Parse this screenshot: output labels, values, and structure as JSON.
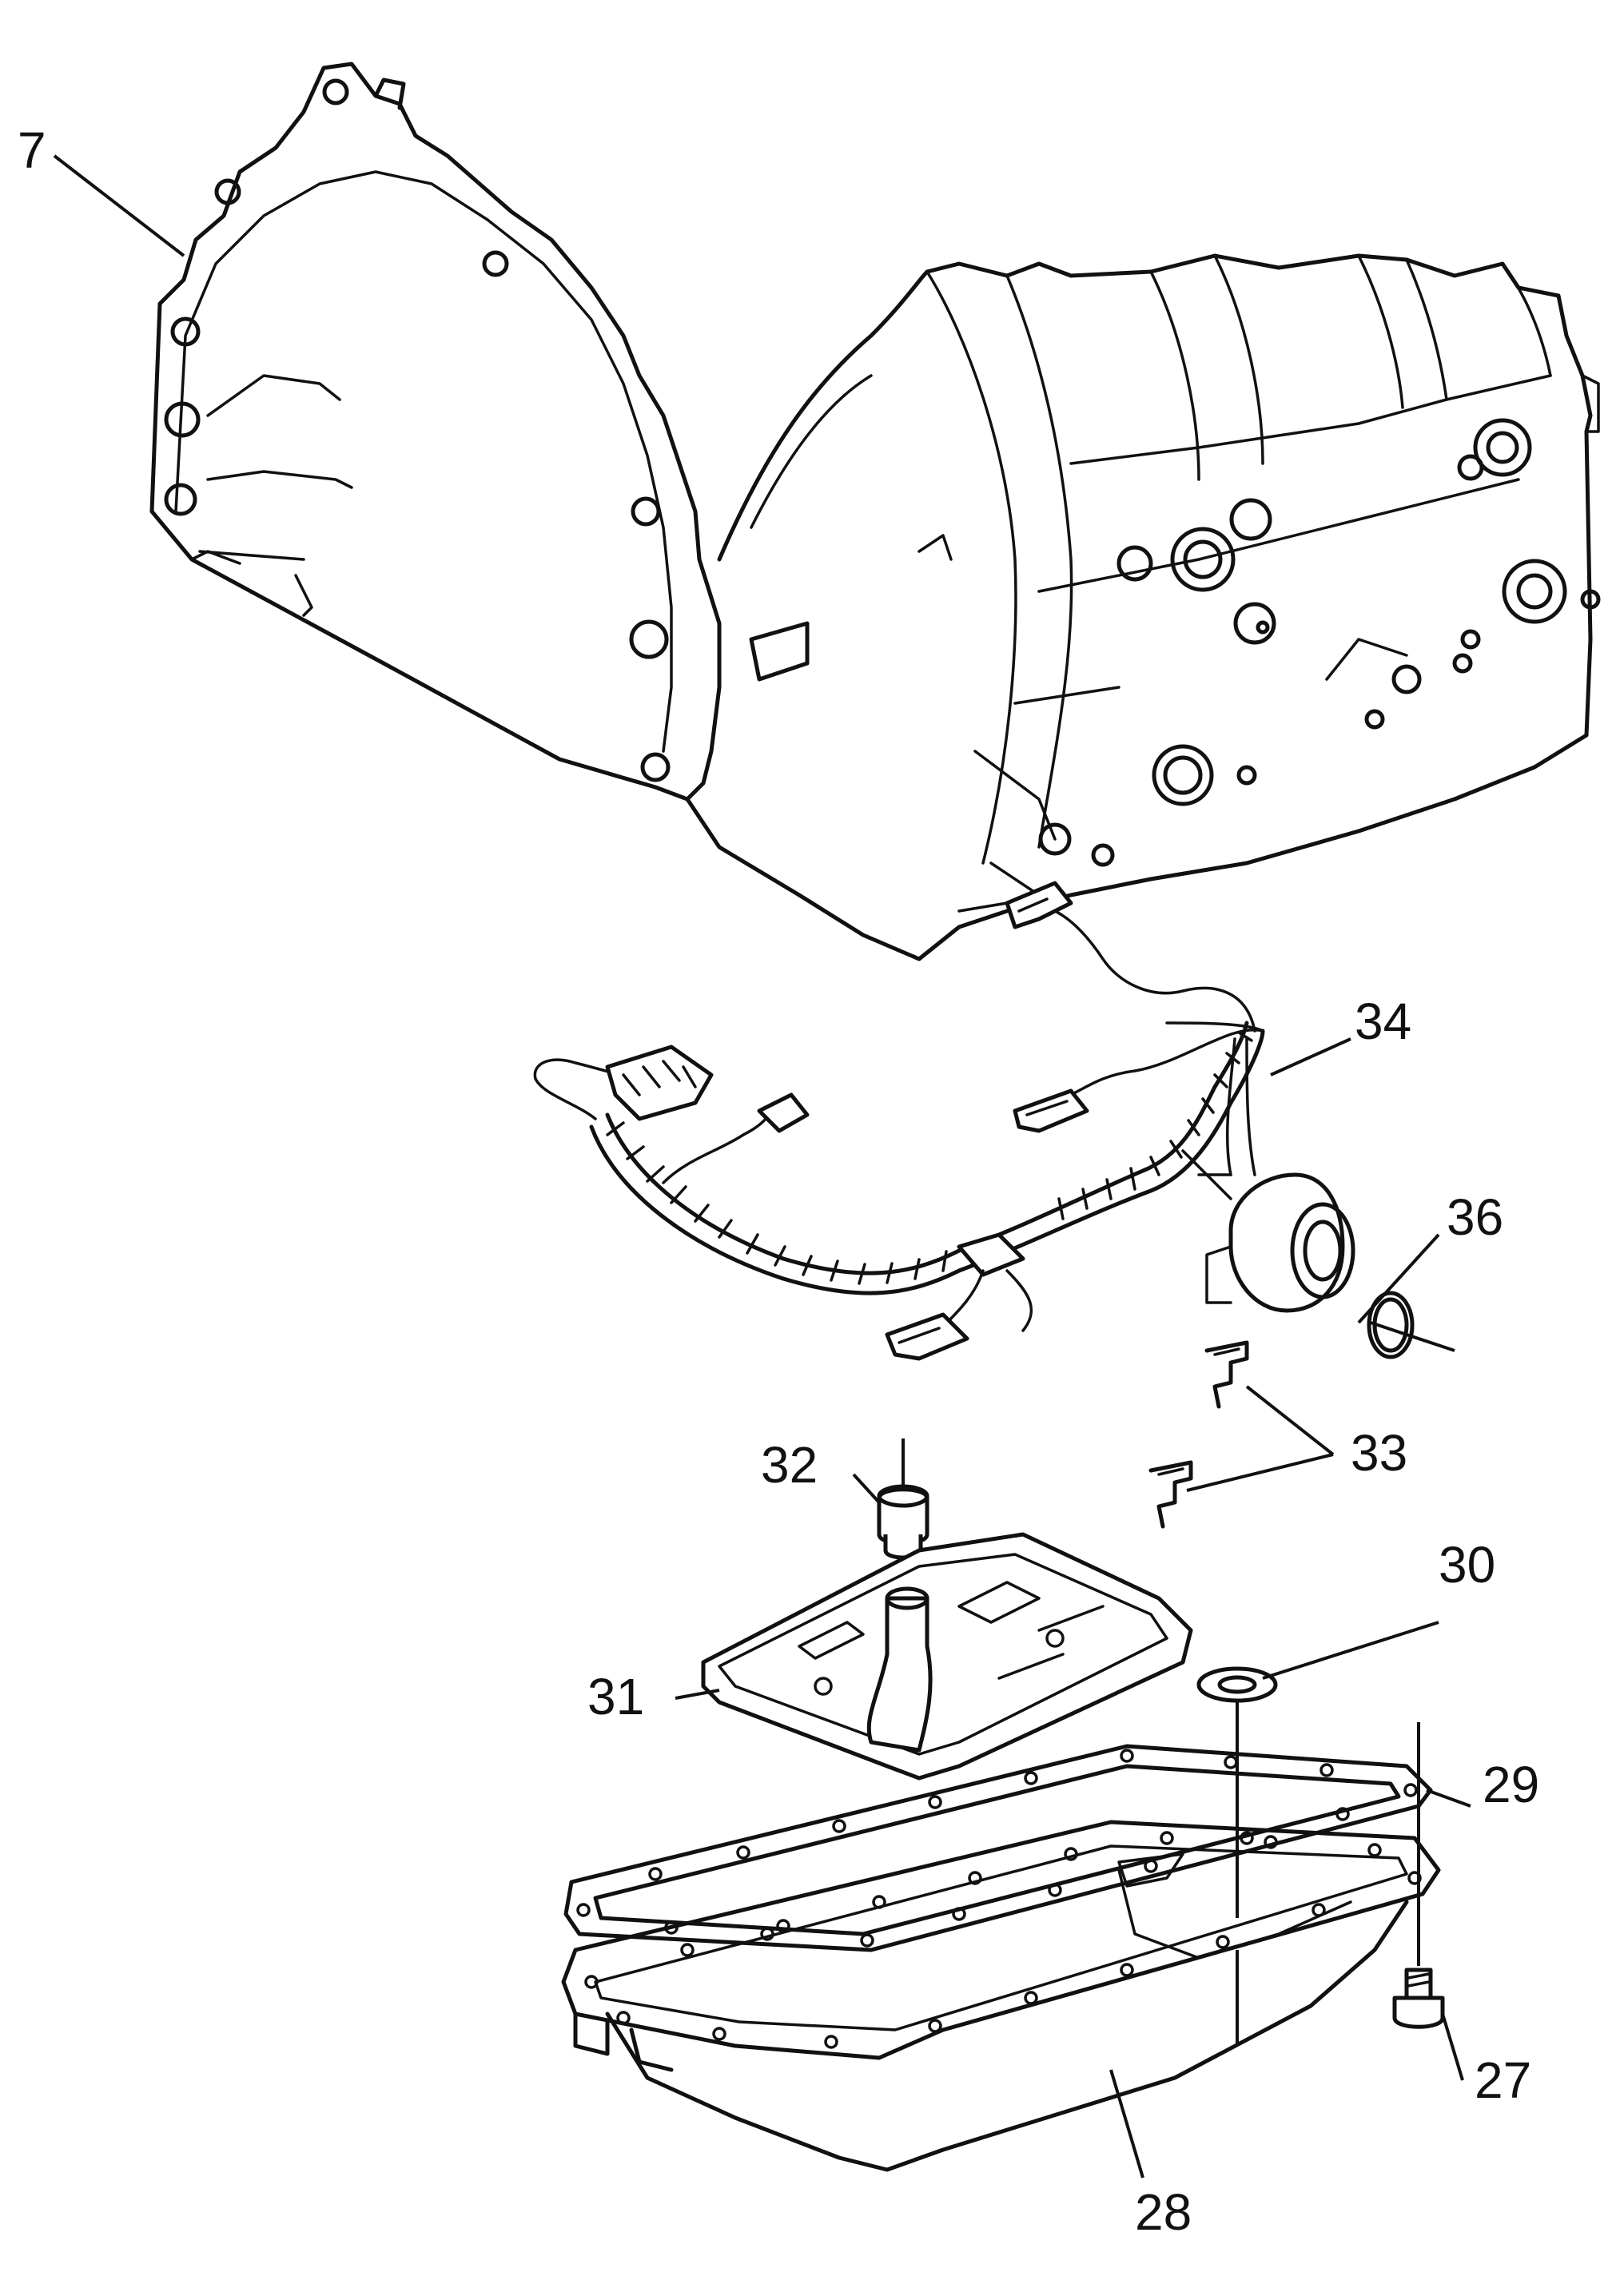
{
  "callouts": {
    "c7": "7",
    "c27": "27",
    "c28": "28",
    "c29": "29",
    "c30": "30",
    "c31": "31",
    "c32": "32",
    "c33": "33",
    "c34": "34",
    "c36": "36"
  }
}
